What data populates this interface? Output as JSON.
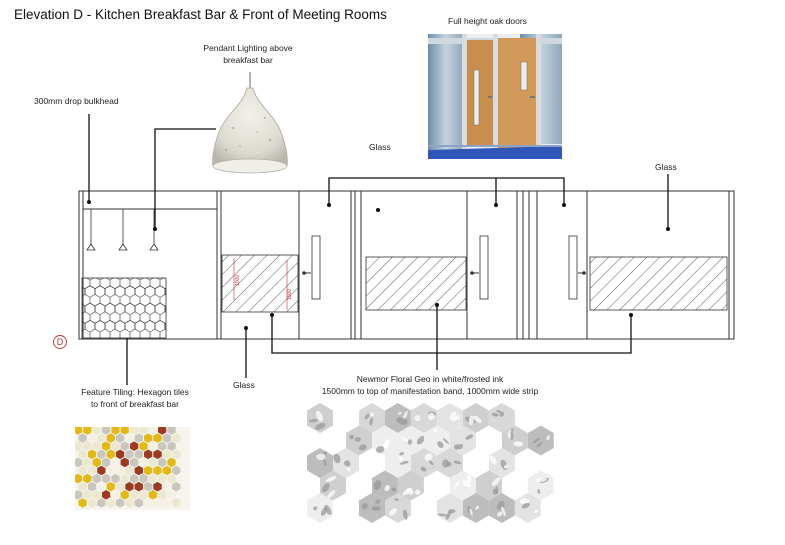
{
  "title": "Elevation D - Kitchen Breakfast Bar & Front of Meeting Rooms",
  "labels": {
    "pendant_line1": "Pendant Lighting above",
    "pendant_line2": "breakfast bar",
    "oak_doors": "Full height oak doors",
    "bulkhead": "300mm drop bulkhead",
    "glass_top_center": "Glass",
    "glass_top_right": "Glass",
    "glass_bottom": "Glass",
    "tiling_line1": "Feature Tiling: Hexagon tiles",
    "tiling_line2": "to front of breakfast bar",
    "newmor_line1": "Newmor Floral Geo in white/frosted ink",
    "newmor_line2": "1500mm to top of manifestation band, 1000mm wide strip",
    "elevation_marker": "D"
  },
  "colors": {
    "tile_red": "#9c3a22",
    "tile_yellow": "#e2b919",
    "tile_cream": "#ece7cf",
    "tile_grey": "#c9c6bd",
    "oak": "#c98f4e",
    "carpet": "#2f56b8",
    "marker": "#c0302e"
  }
}
